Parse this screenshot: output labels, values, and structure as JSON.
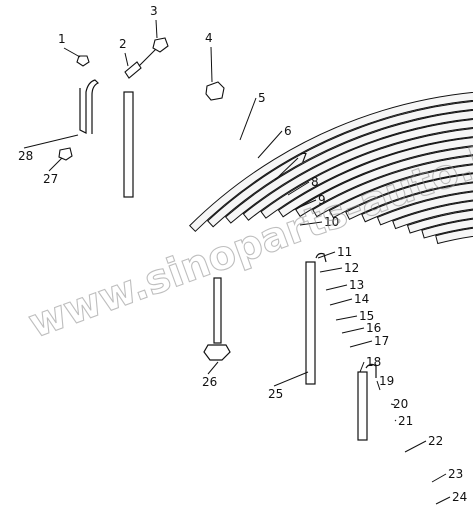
{
  "diagram": {
    "labels": [
      "1",
      "2",
      "3",
      "4",
      "5",
      "6",
      "7",
      "8",
      "9",
      "10",
      "11",
      "12",
      "13",
      "14",
      "15",
      "16",
      "17",
      "18",
      "19",
      "20",
      "21",
      "22",
      "23",
      "24",
      "25",
      "26",
      "27",
      "28"
    ],
    "watermark": "www.sinoparts-auto.kz",
    "colors": {
      "ink": "#111111",
      "leaf_fill": "#f6f6f6",
      "watermark": "#8a8a8a"
    }
  }
}
